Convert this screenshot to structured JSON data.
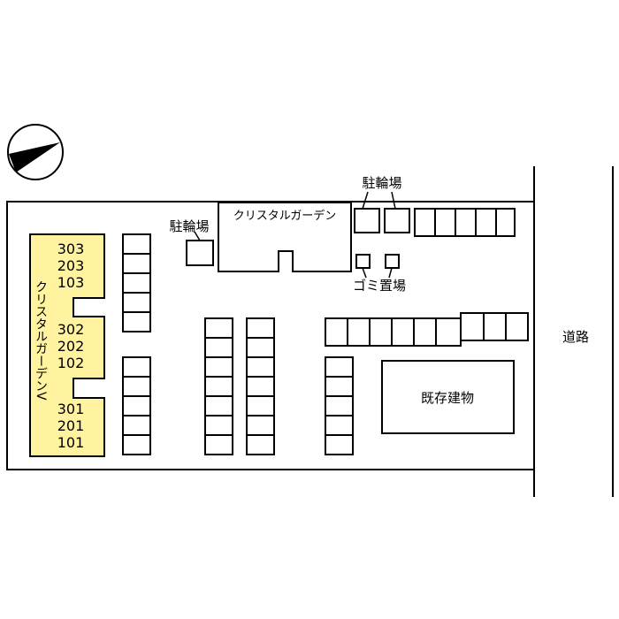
{
  "labels": {
    "bicycle_parking_top": "駐輪場",
    "bicycle_parking_left": "駐輪場",
    "neighbor_building": "クリスタルガーデン",
    "garbage": "ゴミ置場",
    "road": "道路",
    "existing_building": "既存建物",
    "property_name": "クリスタルガーデンV"
  },
  "units": {
    "row_top": [
      "303",
      "203",
      "103"
    ],
    "row_mid": [
      "302",
      "202",
      "102"
    ],
    "row_bottom": [
      "301",
      "201",
      "101"
    ]
  },
  "colors": {
    "property_fill": "#fff3a0",
    "line": "#000000"
  },
  "icons": {
    "compass": "north-arrow-icon"
  }
}
